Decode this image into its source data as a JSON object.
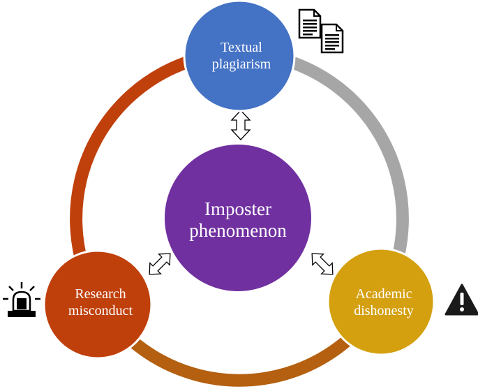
{
  "center": {
    "label_line1": "Imposter",
    "label_line2": "phenomenon",
    "color": "#7030a0"
  },
  "nodes": [
    {
      "id": "textual-plagiarism",
      "label_line1": "Textual",
      "label_line2": "plagiarism",
      "color": "#4472c4",
      "icon": "documents-icon"
    },
    {
      "id": "academic-dishonesty",
      "label_line1": "Academic",
      "label_line2": "dishonesty",
      "color": "#d4a010",
      "icon": "warning-icon"
    },
    {
      "id": "research-misconduct",
      "label_line1": "Research",
      "label_line2": "misconduct",
      "color": "#c0400c",
      "icon": "alarm-light-icon"
    }
  ],
  "ring_colors": {
    "top_to_right": "#a6a6a6",
    "right_to_left": "#b46010",
    "left_to_top": "#c0400c"
  }
}
